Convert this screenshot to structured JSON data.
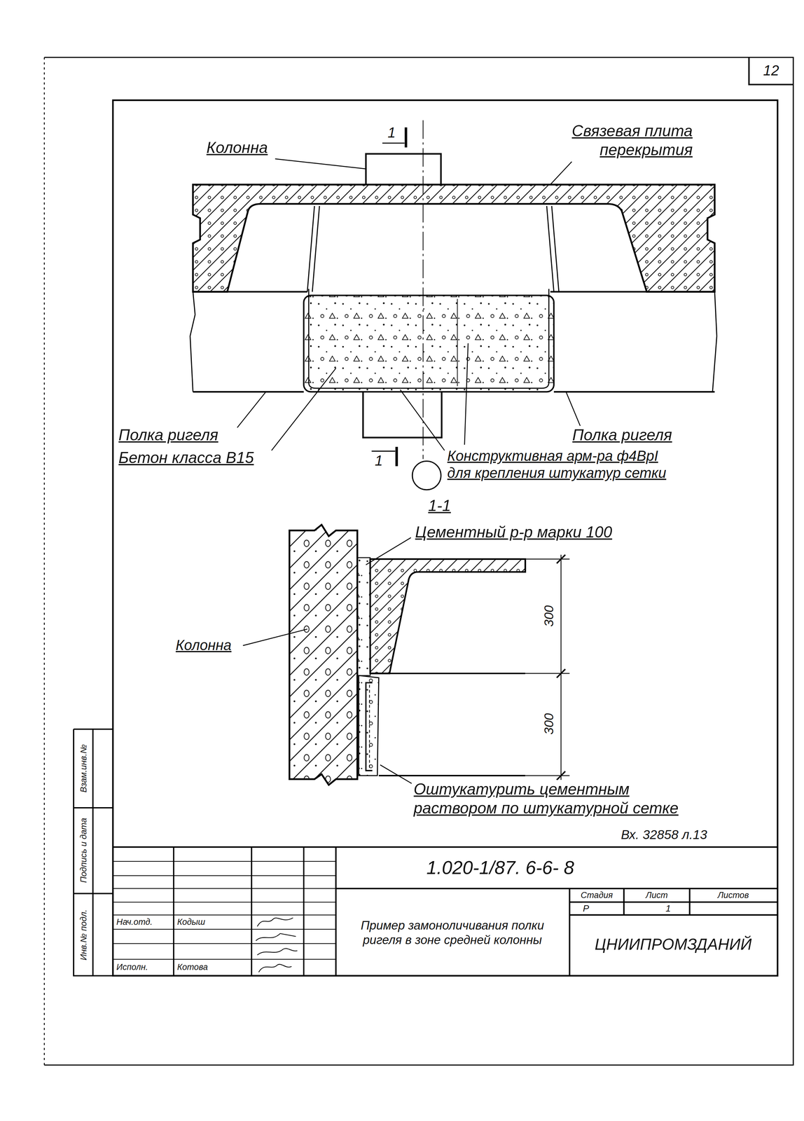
{
  "diagram": {
    "labels": [
      "12",
      "Колонна",
      "1",
      "Связевая плита перекрытия",
      "Полка ригеля",
      "Бетон класса В15",
      "Полка ригеля",
      "Конструктивная арм-ра ф4ВрI для крепления штукатур сетки",
      "1",
      "1-1",
      "Цементный р-р марки 100",
      "300",
      "300",
      "Колонна",
      "Оштукатурить цементным раствором по штукатурной сетке",
      "Вх. 32858 л.13",
      "1.020-1/87. 6-6- 8",
      "Пример замоноличивания полки ригеля в зоне средней колонны",
      "Стадия",
      "Лист",
      "Листов",
      "Р",
      "1",
      "ЦНИИПРОМЗДАНИЙ",
      "Нач.отд.",
      "Кодыш",
      "Исполн.",
      "Котова",
      "Взам.инв.№",
      "Подпись и дата",
      "Инв.№ подл."
    ]
  }
}
